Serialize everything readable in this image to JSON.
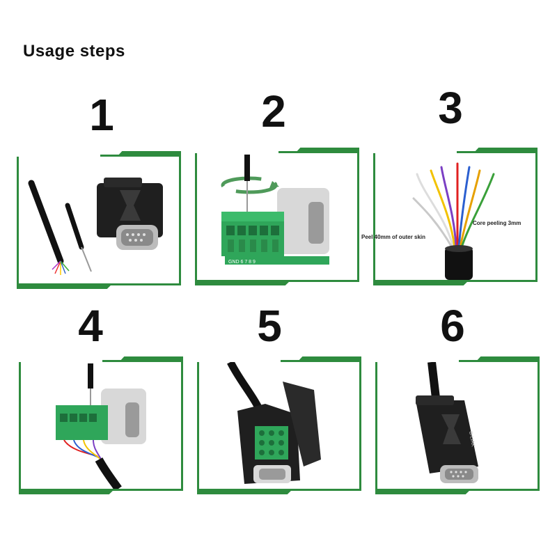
{
  "title": "Usage steps",
  "steps": [
    {
      "number": "1"
    },
    {
      "number": "2"
    },
    {
      "number": "3",
      "notes": {
        "core": "Core peeling 3mm",
        "outer": "Peel 40mm of outer skin"
      }
    },
    {
      "number": "4"
    },
    {
      "number": "5"
    },
    {
      "number": "6"
    }
  ],
  "brand_mark": "B-LIAK",
  "terminal_labels": "GND 6 7 8 9",
  "colors": {
    "frame": "#2e8b3e",
    "terminal": "#2fa65a",
    "shell": "#1f1f1f"
  }
}
